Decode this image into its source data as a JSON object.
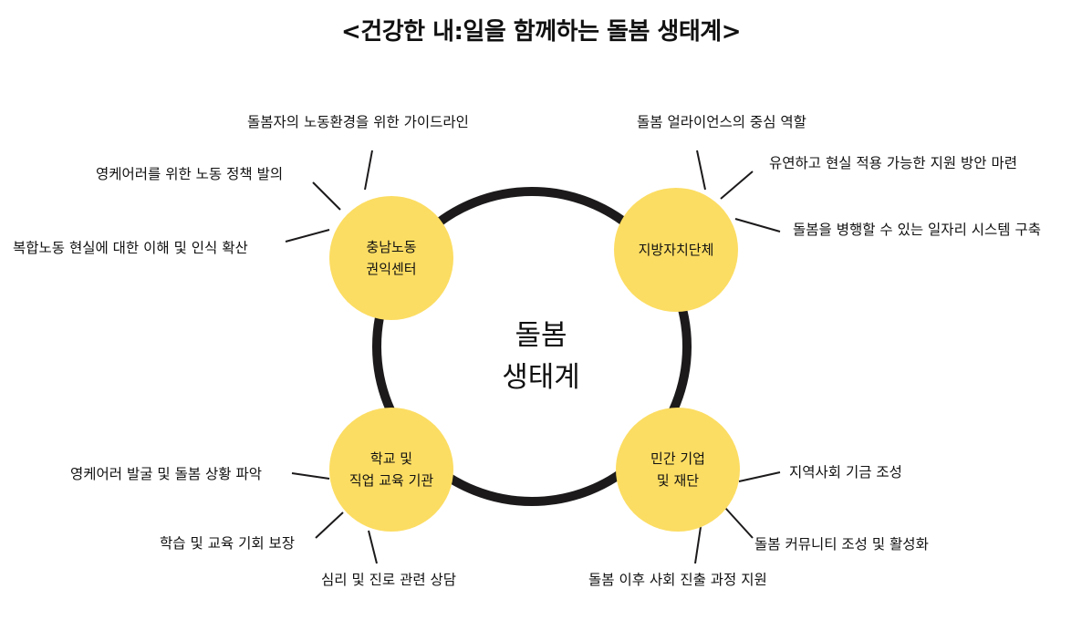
{
  "title": "<건강한 내:일을 함께하는 돌봄 생태계>",
  "center": {
    "line1": "돌봄",
    "line2": "생태계"
  },
  "colors": {
    "node": "#fcdd63",
    "ring": "#1c1a1a",
    "text": "#111111"
  },
  "nodes": {
    "top_left": {
      "line1": "충남노동",
      "line2": "권익센터",
      "items": [
        "돌봄자의 노동환경을 위한 가이드라인",
        "영케어러를 위한 노동 정책 발의",
        "복합노동 현실에 대한 이해 및 인식 확산"
      ]
    },
    "top_right": {
      "line1": "지방자치단체",
      "items": [
        "돌봄 얼라이언스의 중심 역할",
        "유연하고 현실 적용 가능한 지원 방안 마련",
        "돌봄을 병행할 수 있는 일자리 시스템 구축"
      ]
    },
    "bottom_left": {
      "line1": "학교 및",
      "line2": "직업 교육 기관",
      "items": [
        "영케어러 발굴 및 돌봄 상황 파악",
        "학습 및 교육 기회 보장",
        "심리 및 진로 관련 상담"
      ]
    },
    "bottom_right": {
      "line1": "민간 기업",
      "line2": "및 재단",
      "items": [
        "지역사회 기금 조성",
        "돌봄 커뮤니티 조성 및 활성화",
        "돌봄 이후 사회 진출 과정 지원"
      ]
    }
  }
}
